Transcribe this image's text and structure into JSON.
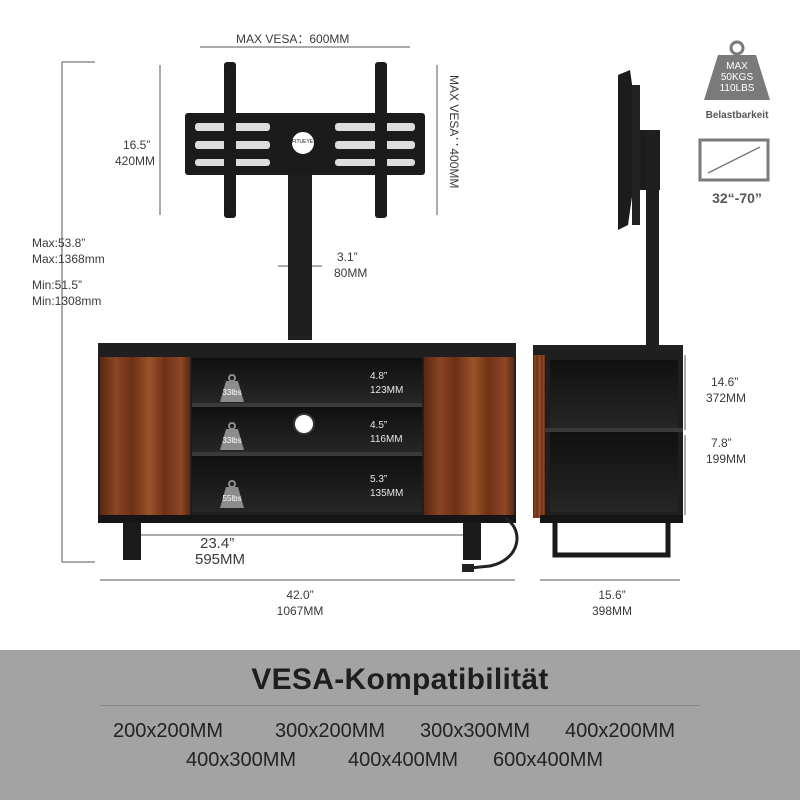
{
  "dimensions": {
    "max_vesa_width": "MAX VESA：600MM",
    "max_vesa_height": "MAX VESA：400MM",
    "mount_height_in": "16.5”",
    "mount_height_mm": "420MM",
    "pole_width_in": "3.1”",
    "pole_width_mm": "80MM",
    "max_height_in": "Max:53.8”",
    "max_height_mm": "Max:1368mm",
    "min_height_in": "Min:51.5”",
    "min_height_mm": "Min:1308mm",
    "shelf_1_in": "4.8”",
    "shelf_1_mm": "123MM",
    "shelf_2_in": "4.5”",
    "shelf_2_mm": "116MM",
    "shelf_3_in": "5.3”",
    "shelf_3_mm": "135MM",
    "leg_span_in": "23.4”",
    "leg_span_mm": "595MM",
    "width_in": "42.0”",
    "width_mm": "1067MM",
    "depth_in": "15.6”",
    "depth_mm": "398MM",
    "side_upper_in": "14.6”",
    "side_upper_mm": "372MM",
    "side_lower_in": "7.8”",
    "side_lower_mm": "199MM"
  },
  "shelf_weights": [
    "33lbs",
    "33lbs",
    "55lbs"
  ],
  "brand_badge": "FITUEYES",
  "capacity": {
    "line1": "MAX",
    "line2": "50KGS",
    "line3": "110LBS",
    "label": "Belastbarkeit"
  },
  "screen_size": "32“-70”",
  "vesa": {
    "title": "VESA-Kompatibilität",
    "row1": [
      "200x200MM",
      "300x200MM",
      "300x300MM",
      "400x200MM"
    ],
    "row2": [
      "400x300MM",
      "400x400MM",
      "600x400MM"
    ]
  },
  "colors": {
    "cabinet_black": "#1f1f1f",
    "wood": "#7a3a1c",
    "footer_bg": "#a3a3a3",
    "text": "#3a3a3a"
  }
}
